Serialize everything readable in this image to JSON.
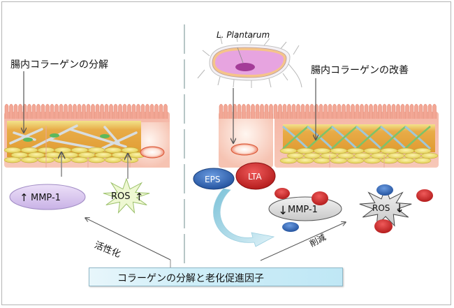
{
  "left_panel": {
    "title": "腸内コラーゲンの分解",
    "mmp_label": "MMP-1",
    "mmp_direction": "up",
    "ros_label": "ROS",
    "ros_direction": "up",
    "arrow_label": "活性化"
  },
  "right_panel": {
    "bacteria_name": "L. Plantarum",
    "title": "腸内コラーゲンの改善",
    "eps_label": "EPS",
    "lta_label": "LTA",
    "mmp_label": "MMP-1",
    "mmp_direction": "down",
    "ros_label": "ROS",
    "ros_direction": "down",
    "arrow_label": "削減"
  },
  "bottom_box": {
    "text": "コラーゲンの分解と老化促進因子"
  },
  "colors": {
    "epithelium": "#f4b8a8",
    "collagen_layer": "#e6a43c",
    "fat_cells": "#f1e27a",
    "mmp_left": "#d8c6ee",
    "ros_left": "#e9f7c8",
    "eps_blue": "#2f5fae",
    "lta_red": "#c62828",
    "gray_shape": "#d9d9d9",
    "bottom_box": "#cfeef8",
    "bacteria_body": "#e7a4e0"
  }
}
